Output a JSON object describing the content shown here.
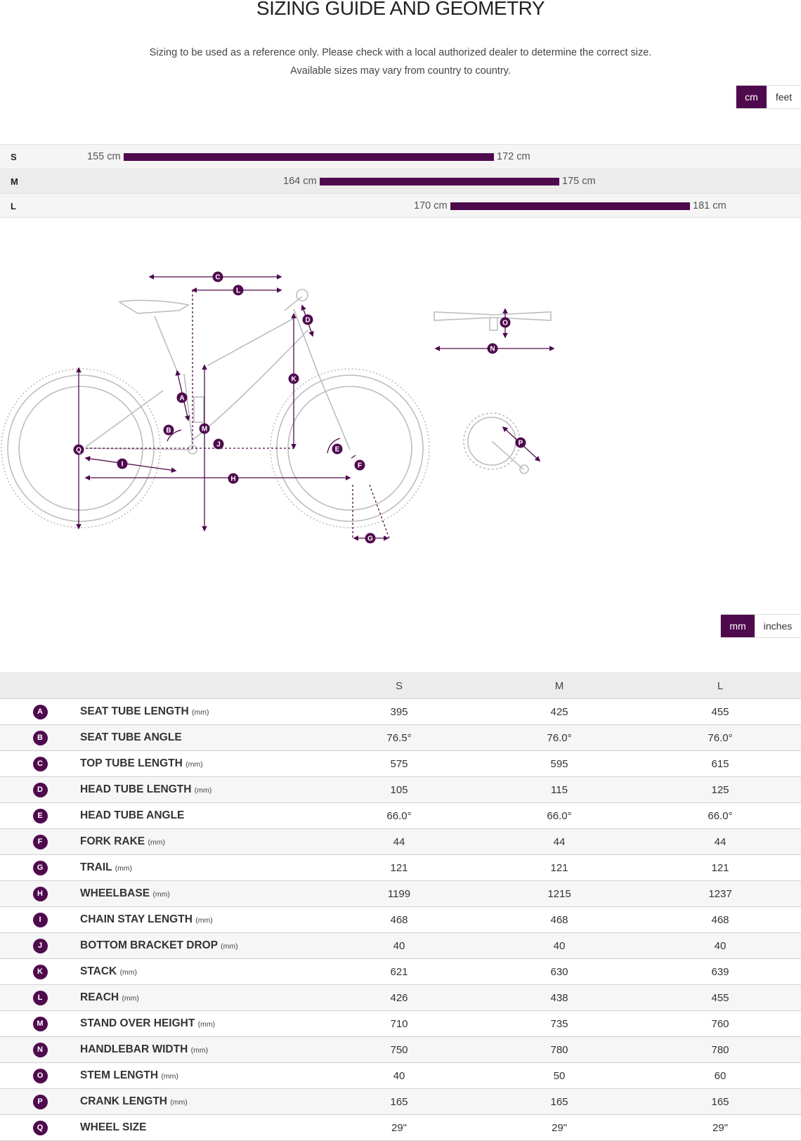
{
  "title": "SIZING GUIDE AND GEOMETRY",
  "subtitle_line1": "Sizing to be used as a reference only. Please check with a local authorized dealer to determine the correct size.",
  "subtitle_line2": "Available sizes may vary from country to country.",
  "height_unit_toggle": {
    "options": [
      "cm",
      "feet"
    ],
    "selected": "cm"
  },
  "length_unit_toggle": {
    "options": [
      "mm",
      "inches"
    ],
    "selected": "mm"
  },
  "rider_heights": [
    {
      "size": "S",
      "min": 155,
      "max": 172,
      "min_label": "155 cm",
      "max_label": "172 cm"
    },
    {
      "size": "M",
      "min": 164,
      "max": 175,
      "min_label": "164 cm",
      "max_label": "175 cm"
    },
    {
      "size": "L",
      "min": 170,
      "max": 181,
      "min_label": "170 cm",
      "max_label": "181 cm"
    }
  ],
  "diagram_labels": [
    "A",
    "B",
    "C",
    "D",
    "E",
    "F",
    "G",
    "H",
    "I",
    "J",
    "K",
    "L",
    "M",
    "N",
    "O",
    "P",
    "Q"
  ],
  "table": {
    "columns": [
      "S",
      "M",
      "L"
    ],
    "rows": [
      {
        "key": "A",
        "name": "SEAT TUBE LENGTH",
        "unit": "(mm)",
        "values": [
          "395",
          "425",
          "455"
        ]
      },
      {
        "key": "B",
        "name": "SEAT TUBE ANGLE",
        "unit": "",
        "values": [
          "76.5°",
          "76.0°",
          "76.0°"
        ]
      },
      {
        "key": "C",
        "name": "TOP TUBE LENGTH",
        "unit": "(mm)",
        "values": [
          "575",
          "595",
          "615"
        ]
      },
      {
        "key": "D",
        "name": "HEAD TUBE LENGTH",
        "unit": "(mm)",
        "values": [
          "105",
          "115",
          "125"
        ]
      },
      {
        "key": "E",
        "name": "HEAD TUBE ANGLE",
        "unit": "",
        "values": [
          "66.0°",
          "66.0°",
          "66.0°"
        ]
      },
      {
        "key": "F",
        "name": "FORK RAKE",
        "unit": "(mm)",
        "values": [
          "44",
          "44",
          "44"
        ]
      },
      {
        "key": "G",
        "name": "TRAIL",
        "unit": "(mm)",
        "values": [
          "121",
          "121",
          "121"
        ]
      },
      {
        "key": "H",
        "name": "WHEELBASE",
        "unit": "(mm)",
        "values": [
          "1199",
          "1215",
          "1237"
        ]
      },
      {
        "key": "I",
        "name": "CHAIN STAY LENGTH",
        "unit": "(mm)",
        "values": [
          "468",
          "468",
          "468"
        ]
      },
      {
        "key": "J",
        "name": "BOTTOM BRACKET DROP",
        "unit": "(mm)",
        "values": [
          "40",
          "40",
          "40"
        ]
      },
      {
        "key": "K",
        "name": "STACK",
        "unit": "(mm)",
        "values": [
          "621",
          "630",
          "639"
        ]
      },
      {
        "key": "L",
        "name": "REACH",
        "unit": "(mm)",
        "values": [
          "426",
          "438",
          "455"
        ]
      },
      {
        "key": "M",
        "name": "STAND OVER HEIGHT",
        "unit": "(mm)",
        "values": [
          "710",
          "735",
          "760"
        ]
      },
      {
        "key": "N",
        "name": "HANDLEBAR WIDTH",
        "unit": "(mm)",
        "values": [
          "750",
          "780",
          "780"
        ]
      },
      {
        "key": "O",
        "name": "STEM LENGTH",
        "unit": "(mm)",
        "values": [
          "40",
          "50",
          "60"
        ]
      },
      {
        "key": "P",
        "name": "CRANK LENGTH",
        "unit": "(mm)",
        "values": [
          "165",
          "165",
          "165"
        ]
      },
      {
        "key": "Q",
        "name": "WHEEL SIZE",
        "unit": "",
        "values": [
          "29\"",
          "29\"",
          "29\""
        ]
      }
    ]
  },
  "colors": {
    "accent": "#4f0a4e",
    "frame_line": "#bdbdbd"
  }
}
